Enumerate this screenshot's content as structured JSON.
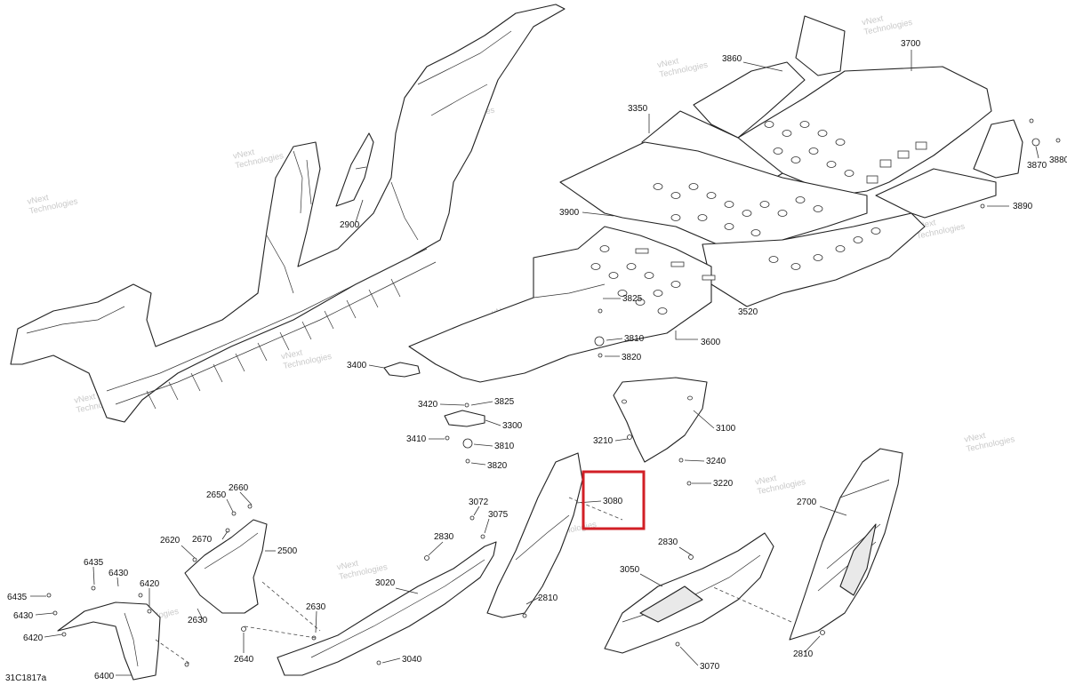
{
  "figure_id": "31C1817a",
  "watermark": [
    "vNext",
    "Technologies"
  ],
  "highlight_part": "3080",
  "parts": [
    {
      "id": "p2900",
      "label": "2900"
    },
    {
      "id": "p3860",
      "label": "3860"
    },
    {
      "id": "p3700",
      "label": "3700"
    },
    {
      "id": "p3350",
      "label": "3350"
    },
    {
      "id": "p3870",
      "label": "3870"
    },
    {
      "id": "p3880",
      "label": "3880"
    },
    {
      "id": "p3890",
      "label": "3890"
    },
    {
      "id": "p3900",
      "label": "3900"
    },
    {
      "id": "p3825a",
      "label": "3825"
    },
    {
      "id": "p3520",
      "label": "3520"
    },
    {
      "id": "p3810a",
      "label": "3810"
    },
    {
      "id": "p3600",
      "label": "3600"
    },
    {
      "id": "p3820a",
      "label": "3820"
    },
    {
      "id": "p3400",
      "label": "3400"
    },
    {
      "id": "p3420",
      "label": "3420"
    },
    {
      "id": "p3825b",
      "label": "3825"
    },
    {
      "id": "p3300",
      "label": "3300"
    },
    {
      "id": "p3410",
      "label": "3410"
    },
    {
      "id": "p3810b",
      "label": "3810"
    },
    {
      "id": "p3820b",
      "label": "3820"
    },
    {
      "id": "p3210",
      "label": "3210"
    },
    {
      "id": "p3100",
      "label": "3100"
    },
    {
      "id": "p3240",
      "label": "3240"
    },
    {
      "id": "p3220",
      "label": "3220"
    },
    {
      "id": "p3080",
      "label": "3080"
    },
    {
      "id": "p2650",
      "label": "2650"
    },
    {
      "id": "p2660",
      "label": "2660"
    },
    {
      "id": "p3072",
      "label": "3072"
    },
    {
      "id": "p3075",
      "label": "3075"
    },
    {
      "id": "p2700",
      "label": "2700"
    },
    {
      "id": "p2620",
      "label": "2620"
    },
    {
      "id": "p2670",
      "label": "2670"
    },
    {
      "id": "p2500",
      "label": "2500"
    },
    {
      "id": "p2830a",
      "label": "2830"
    },
    {
      "id": "p2830b",
      "label": "2830"
    },
    {
      "id": "p6435a",
      "label": "6435"
    },
    {
      "id": "p6430a",
      "label": "6430"
    },
    {
      "id": "p6420a",
      "label": "6420"
    },
    {
      "id": "p3020",
      "label": "3020"
    },
    {
      "id": "p3050",
      "label": "3050"
    },
    {
      "id": "p6435b",
      "label": "6435"
    },
    {
      "id": "p2810a",
      "label": "2810"
    },
    {
      "id": "p6430b",
      "label": "6430"
    },
    {
      "id": "p2630a",
      "label": "2630"
    },
    {
      "id": "p2630b",
      "label": "2630"
    },
    {
      "id": "p6420b",
      "label": "6420"
    },
    {
      "id": "p2640",
      "label": "2640"
    },
    {
      "id": "p3040",
      "label": "3040"
    },
    {
      "id": "p3070",
      "label": "3070"
    },
    {
      "id": "p2810b",
      "label": "2810"
    },
    {
      "id": "p6400",
      "label": "6400"
    }
  ]
}
